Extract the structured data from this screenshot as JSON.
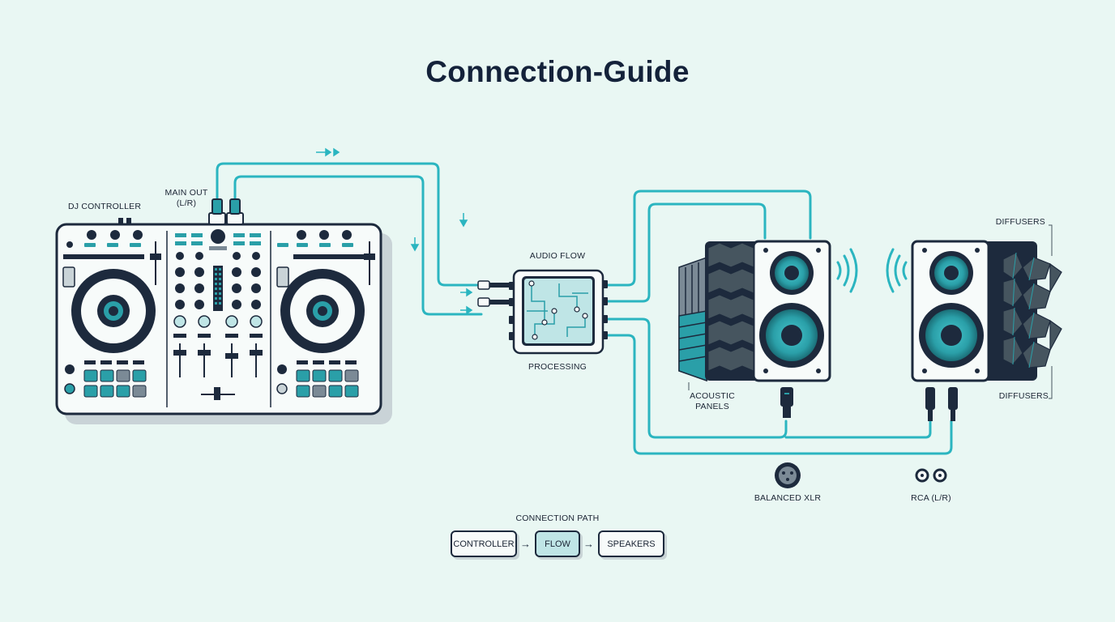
{
  "title": "Connection-Guide",
  "labels": {
    "dj_controller": "DJ CONTROLLER",
    "main_out_line1": "MAIN OUT",
    "main_out_line2": "(L/R)",
    "audio_flow": "AUDIO FLOW",
    "processing": "PROCESSING",
    "diffusers_top": "DIFFUSERS",
    "diffusers_bottom": "DIFFUSERS",
    "acoustic_panels_line1": "ACOUSTIC",
    "acoustic_panels_line2": "PANELS",
    "balanced_xlr": "BALANCED XLR",
    "rca_lr": "RCA (L/R)"
  },
  "connection_path": {
    "heading": "CONNECTION PATH",
    "steps": [
      "CONTROLLER",
      "FLOW",
      "SPEAKERS"
    ]
  },
  "colors": {
    "background": "#e9f7f3",
    "cable": "#2bb5c0",
    "outline": "#1d2a3d",
    "accent": "#2a9fa8",
    "device_fill": "#f7fbfa"
  },
  "icons": [
    "xlr-connector-icon",
    "rca-connector-icon",
    "sound-wave-icon",
    "flow-arrow-icon"
  ]
}
